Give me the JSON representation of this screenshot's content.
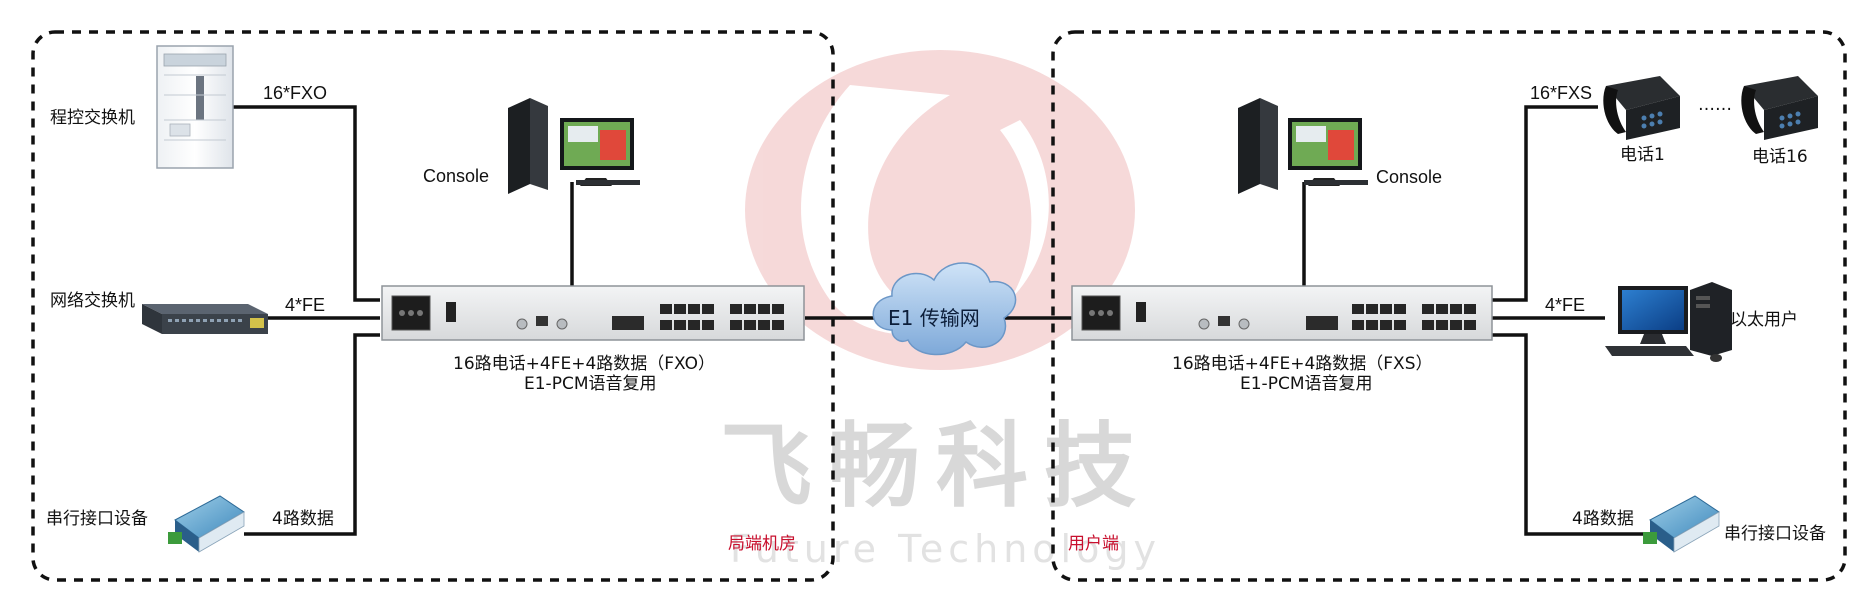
{
  "left": {
    "pbx_label": "程控交换机",
    "fxo_label": "16*FXO",
    "switch_label": "网络交换机",
    "fe_label": "4*FE",
    "serial_label": "串行接口设备",
    "serial_data_label": "4路数据",
    "console_label": "Console",
    "device_line1": "16路电话+4FE+4路数据（FXO）",
    "device_line2": "E1-PCM语音复用",
    "zone_label": "局端机房"
  },
  "center": {
    "cloud_label": "E1 传输网",
    "watermark_cn": "飞畅科技",
    "watermark_en": "Future Technology"
  },
  "right": {
    "console_label": "Console",
    "fxs_label": "16*FXS",
    "phone1_label": "电话1",
    "phone16_label": "电话16",
    "dots": "……",
    "fe_label": "4*FE",
    "ethernet_user_label": "以太用户",
    "serial_data_label": "4路数据",
    "serial_label": "串行接口设备",
    "device_line1": "16路电话+4FE+4路数据（FXS）",
    "device_line2": "E1-PCM语音复用",
    "zone_label": "用户端"
  },
  "colors": {
    "zone_text": "#c8102e",
    "cloud": "#8fb8e6",
    "watermark_logo": "#f3cccc"
  }
}
